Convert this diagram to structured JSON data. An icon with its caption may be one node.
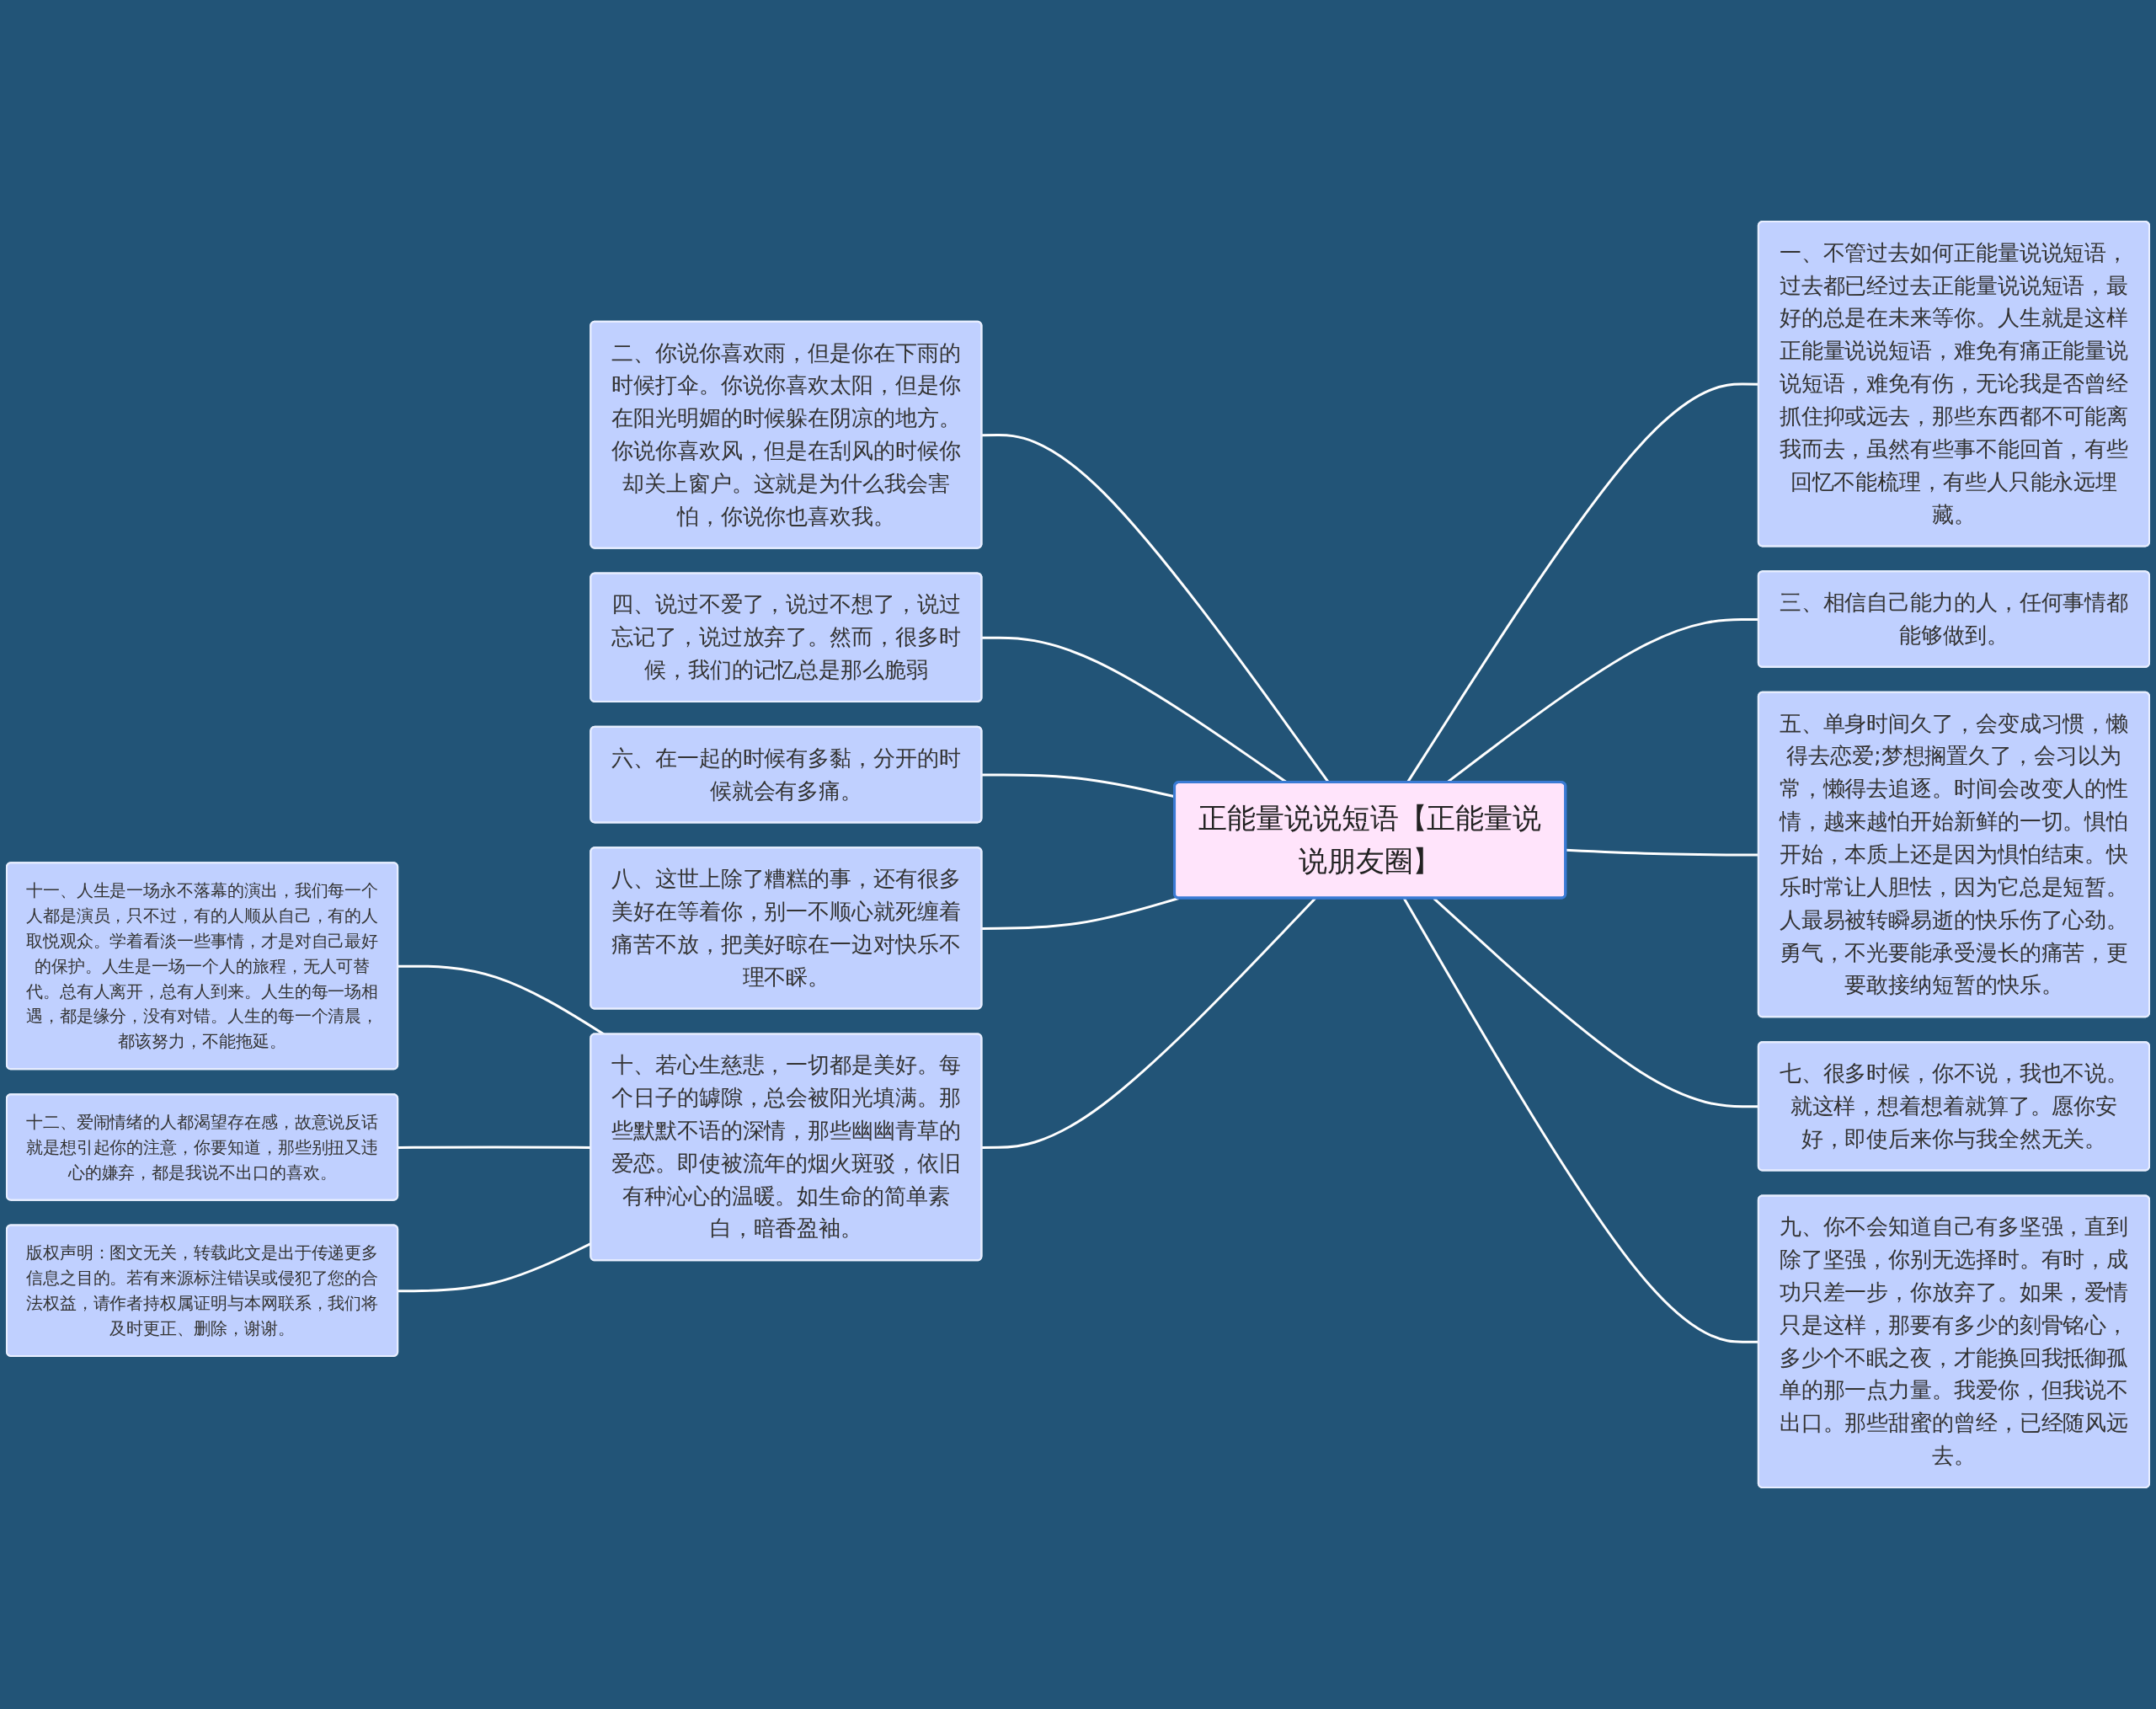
{
  "diagram": {
    "nodes": [
      {
        "text": [
          "正能量说说短语【正能量说说朋友圈】"
        ]
      },
      {
        "text": [
          "二、你说你喜欢雨，但是你在下雨的时候打伞。你说你喜欢太阳，但是你在阳光明媚的时候躲在阴凉的地方。你说你喜欢风，但是在刮风的时候你却关上窗户。这就是为什么我会害怕，你说你也喜欢我。"
        ]
      },
      {
        "text": [
          "四、说过不爱了，说过不想了，说过忘记了，说过放弃了。然而，很多时候，我们的记忆总是那么脆弱"
        ]
      },
      {
        "text": [
          "六、在一起的时候有多黏，分开的时候就会有多痛。"
        ]
      },
      {
        "text": [
          "八、这世上除了糟糕的事，还有很多美好在等着你，别一不顺心就死缠着痛苦不放，把美好晾在一边对快乐不理不睬。"
        ]
      },
      {
        "text": [
          "十、若心生慈悲，一切都是美好。每个日子的罅隙，总会被阳光填满。那些默默不语的深情，那些幽幽青草的爱恋。即使被流年的烟火斑驳，依旧有种沁心的温暖。如生命的简单素白，暗香盈袖。"
        ]
      },
      {
        "text": [
          "十一、人生是一场永不落幕的演出，我们每一个人都是演员，只不过，有的人顺从自己，有的人取悦观众。学着看淡一些事情，才是对自己最好的保护。人生是一场一个人的旅程，无人可替代。总有人离开，总有人到来。人生的每一场相遇，都是缘分，没有对错。人生的每一个清晨，都该努力，不能拖延。"
        ]
      },
      {
        "text": [
          "十二、爱闹情绪的人都渴望存在感，故意说反话就是想引起你的注意，你要知道，那些别扭又违心的嫌弃，都是我说不出口的喜欢。"
        ]
      },
      {
        "text": [
          "版权声明：图文无关，转载此文是出于传递更多信息之目的。若有来源标注错误或侵犯了您的合法权益，请作者持权属证明与本网联系，我们将及时更正、删除，谢谢。"
        ]
      },
      {
        "text": [
          "一、不管过去如何正能量说说短语，过去都已经过去正能量说说短语，最好的总是在未来等你。人生就是这样正能量说说短语，难免有痛正能量说说短语，难免有伤，无论我是否曾经抓住抑或远去，那些东西都不可能离我而去，虽然有些事不能回首，有些回忆不能梳理，有些人只能永远埋藏。"
        ]
      },
      {
        "text": [
          "三、相信自己能力的人，任何事情都能够做到。"
        ]
      },
      {
        "text": [
          "五、单身时间久了，会变成习惯，懒得去恋爱;梦想搁置久了，会习以为常，懒得去追逐。时间会改变人的性情，越来越怕开始新鲜的一切。惧怕开始，本质上还是因为惧怕结束。快乐时常让人胆怯，因为它总是短暂。人最易被转瞬易逝的快乐伤了心劲。勇气，不光要能承受漫长的痛苦，更要敢接纳短暂的快乐。"
        ]
      },
      {
        "text": [
          "七、很多时候，你不说，我也不说。就这样，想着想着就算了。愿你安好，即使后来你与我全然无关。"
        ]
      },
      {
        "text": [
          "九、你不会知道自己有多坚强，直到除了坚强，你别无选择时。有时，成功只差一步，你放弃了。如果，爱情只是这样，那要有多少的刻骨铭心，多少个不眠之夜，才能换回我抵御孤单的那一点力量。我爱你，但我说不出口。那些甜蜜的曾经，已经随风远去。"
        ]
      }
    ],
    "edges": [
      {
        "from": 1,
        "to": 0,
        "arrow": "none"
      },
      {
        "from": 2,
        "to": 0,
        "arrow": "none"
      },
      {
        "from": 3,
        "to": 0,
        "arrow": "none"
      },
      {
        "from": 4,
        "to": 0,
        "arrow": "none"
      },
      {
        "from": 5,
        "to": 0,
        "arrow": "none"
      },
      {
        "from": 6,
        "to": 5,
        "arrow": "none"
      },
      {
        "from": 7,
        "to": 5,
        "arrow": "none"
      },
      {
        "from": 8,
        "to": 5,
        "arrow": "none"
      },
      {
        "from": 0,
        "to": 9,
        "arrow": "none"
      },
      {
        "from": 0,
        "to": 10,
        "arrow": "none"
      },
      {
        "from": 0,
        "to": 11,
        "arrow": "none"
      },
      {
        "from": 0,
        "to": 12,
        "arrow": "none"
      },
      {
        "from": 0,
        "to": 13,
        "arrow": "none"
      }
    ]
  }
}
